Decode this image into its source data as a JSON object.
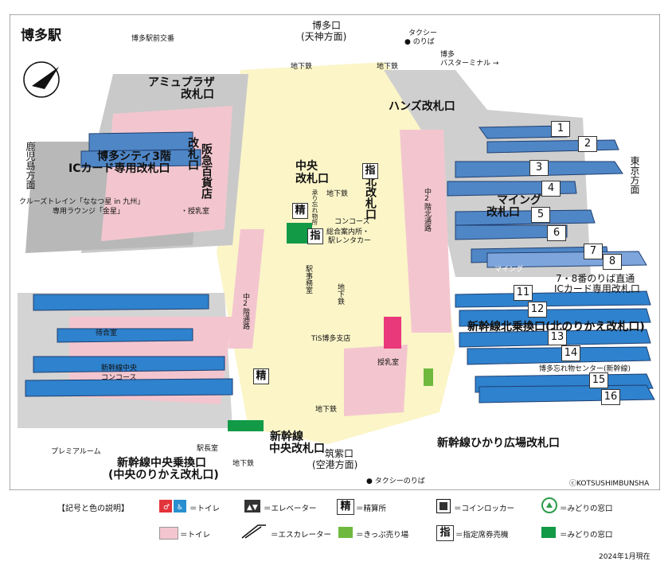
{
  "map": {
    "title": "博多駅",
    "copyright": "ⓒKOTSUSHIMBUNSHA",
    "date": "2024年1月現在"
  },
  "places": {
    "koban": "博多駅前交番",
    "hakata_exit": "博多口",
    "hakata_exit_dir": "(天神方面)",
    "taxi_top": "タクシー",
    "taxi_top2": "● のりば",
    "bus": "博多",
    "bus2": "バスターミナル →",
    "subway1": "地下鉄",
    "subway2": "地下鉄",
    "amu": "アミュプラザ",
    "amu2": "改札口",
    "hands": "ハンズ改札口",
    "city": "博多シティ3階",
    "city2": "ICカード専用改札口",
    "kagoshima": "鹿児島方面",
    "tokyo": "東京方面",
    "cruise": "クルーズトレイン「ななつ星 in 九州」",
    "cruise2": "専用ラウンジ「金星」",
    "hankyu": "阪急百貨店",
    "hankyu_gate": "改札口",
    "jyunyu": "・授乳室",
    "chuo": "中央",
    "chuo2": "改札口",
    "lost": "承り忘れ物所",
    "subway_c": "地下鉄",
    "concourse": "コンコース",
    "info": "総合案内所・",
    "info2": "駅レンタカー",
    "kita": "北改札口",
    "kita2f": "中2階北通路",
    "ming": "マイング",
    "ming2": "改札口",
    "ming3": "マイング",
    "ic78": "7・8番のりば直通",
    "ic78b": "ICカード専用改札口",
    "eki": "駅事務室",
    "chu2f": "中2階通路",
    "subway_s": "地下鉄",
    "tis": "TiS博多支店",
    "waiting": "待合室",
    "shinkansen_concourse": "新幹線中央",
    "shinkansen_concourse2": "コンコース",
    "nursing": "授乳室",
    "kitanorikae": "新幹線北乗換口(北のりかえ改札口)",
    "lostfound": "博多忘れ物センター(新幹線)",
    "seisan": "精",
    "shinkansen_chuo": "新幹線",
    "shinkansen_chuo2": "中央改札口",
    "chikushi": "筑紫口",
    "chikushi2": "(空港方面)",
    "subway_b": "地下鉄",
    "hikari": "新幹線ひかり広場改札口",
    "premium": "プレミアルーム",
    "chuo_norikae": "新幹線中央乗換口",
    "chuo_norikae2": "(中央のりかえ改札口)",
    "stationmaster": "駅長室",
    "subway_bb": "地下鉄",
    "taxi_bottom": "● タクシーのりば",
    "shitei": "指",
    "seisan2": "精"
  },
  "platforms": [
    "1",
    "2",
    "3",
    "4",
    "5",
    "6",
    "7",
    "8",
    "11",
    "12",
    "13",
    "14",
    "15",
    "16"
  ],
  "legend": {
    "heading": "【記号と色の説明】",
    "toilet": "＝トイレ",
    "elevator": "＝エレベーター",
    "seisanjo": "＝精算所",
    "locker": "＝コインロッカー",
    "midori": "＝みどりの窓口",
    "toilet_area": "＝トイレ",
    "escalator": "＝エスカレーター",
    "kippu": "＝きっぷ売り場",
    "shitei": "＝指定席券売機",
    "midori_area": "＝みどりの窓口",
    "seisan_char": "精",
    "shitei_char": "指"
  },
  "colors": {
    "platform_blue": "#4f86c6",
    "platform_light": "#7fa6dc",
    "pink": "#f3c6cf",
    "cream": "#fbf5c8",
    "gray": "#c9c9c9",
    "green": "#6fb93f",
    "dark_green": "#129a47",
    "toilet_red": "#e3343b"
  }
}
